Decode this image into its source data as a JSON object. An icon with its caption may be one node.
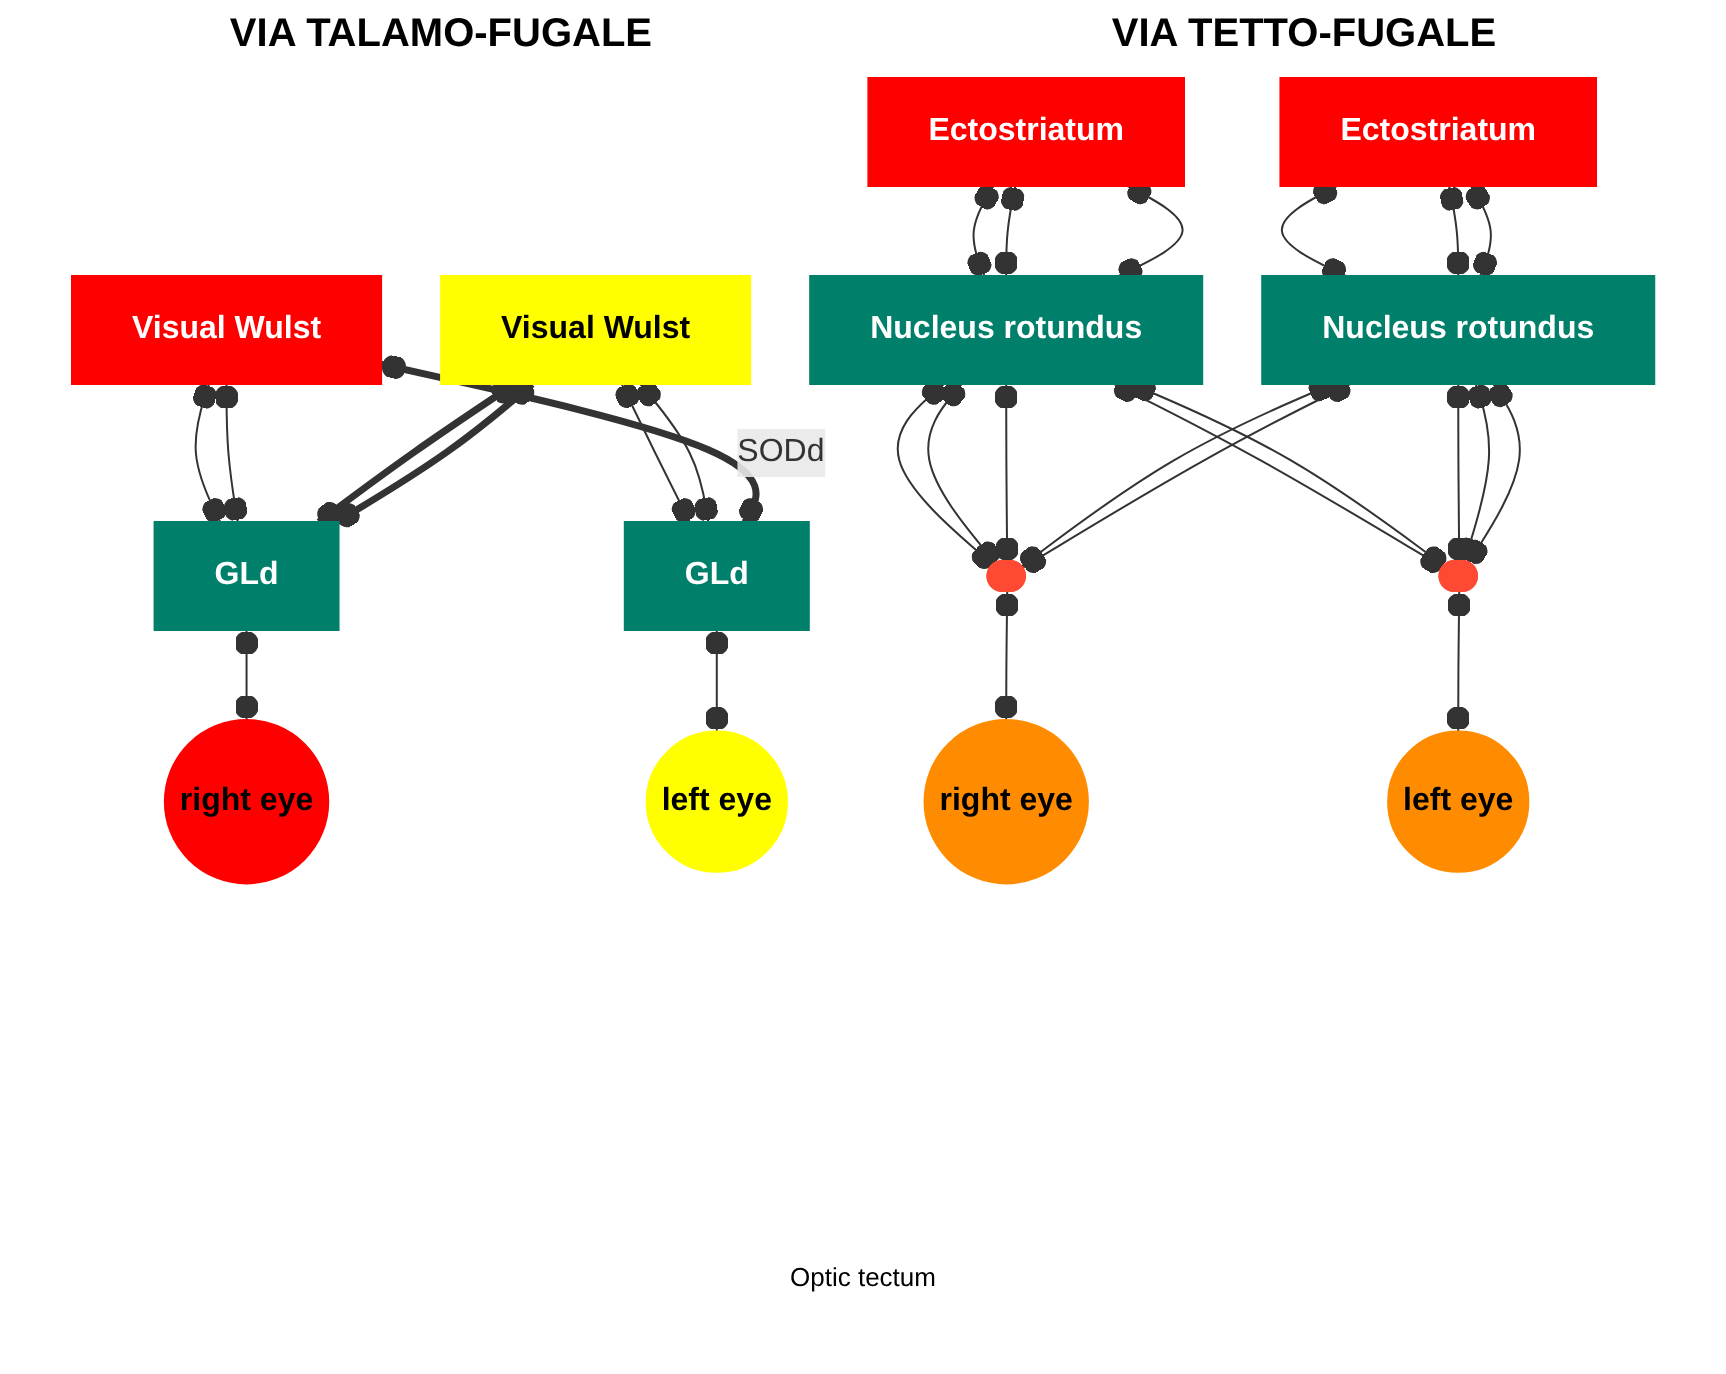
{
  "diagram": {
    "nodes": [
      {
        "text": [
          "Visual Wulst"
        ]
      },
      {
        "text": [
          "Visual Wulst"
        ]
      },
      {
        "text": [
          "Ectostriatum"
        ]
      },
      {
        "text": [
          "Ectostriatum"
        ]
      },
      {
        "text": [
          "GLd"
        ]
      },
      {
        "text": [
          "GLd"
        ]
      },
      {
        "text": [
          "Nucleus rotundus"
        ]
      },
      {
        "text": [
          "Nucleus rotundus"
        ]
      },
      {
        "text": [
          "left eye"
        ]
      },
      {
        "text": [
          "right eye"
        ]
      },
      {
        "text": [],
        "shape": "ellipse"
      },
      {
        "text": [],
        "shape": "ellipse"
      },
      {
        "text": [
          "left eye"
        ]
      },
      {
        "text": [
          "right eye"
        ]
      }
    ],
    "edges": [
      {
        "from": 8,
        "to": 5,
        "arrow": "other"
      },
      {
        "from": 9,
        "to": 4,
        "arrow": "other"
      },
      {
        "from": 4,
        "to": 0,
        "arrow": "other"
      },
      {
        "from": 4,
        "to": 0,
        "arrow": "other"
      },
      {
        "from": 5,
        "to": 1,
        "arrow": "other"
      },
      {
        "from": 5,
        "to": 1,
        "arrow": "other"
      },
      {
        "from": 4,
        "to": 1,
        "arrow": "other",
        "style": "thick"
      },
      {
        "from": 4,
        "to": 1,
        "arrow": "other",
        "style": "thick"
      },
      {
        "from": 5,
        "to": 0,
        "arrow": "other",
        "style": "thick",
        "label": "SODd"
      },
      {
        "from": 12,
        "to": 11,
        "arrow": "other"
      },
      {
        "from": 13,
        "to": 10,
        "arrow": "other"
      },
      {
        "from": 10,
        "to": 6,
        "arrow": "other"
      },
      {
        "from": 10,
        "to": 6,
        "arrow": "other"
      },
      {
        "from": 10,
        "to": 6,
        "arrow": "other"
      },
      {
        "from": 10,
        "to": 7,
        "arrow": "other"
      },
      {
        "from": 10,
        "to": 7,
        "arrow": "other"
      },
      {
        "from": 11,
        "to": 6,
        "arrow": "other"
      },
      {
        "from": 11,
        "to": 6,
        "arrow": "other"
      },
      {
        "from": 11,
        "to": 7,
        "arrow": "other"
      },
      {
        "from": 11,
        "to": 7,
        "arrow": "other"
      },
      {
        "from": 11,
        "to": 7,
        "arrow": "other"
      },
      {
        "from": 6,
        "to": 2,
        "arrow": "other"
      },
      {
        "from": 6,
        "to": 2,
        "arrow": "other"
      },
      {
        "from": 6,
        "to": 2,
        "arrow": "other"
      },
      {
        "from": 7,
        "to": 3,
        "arrow": "other"
      },
      {
        "from": 7,
        "to": 3,
        "arrow": "other"
      },
      {
        "from": 7,
        "to": 3,
        "arrow": "other"
      }
    ],
    "labels": [
      "VIA TALAMO-FUGALE",
      "VIA TETTO-FUGALE",
      "Optic tectum"
    ]
  }
}
